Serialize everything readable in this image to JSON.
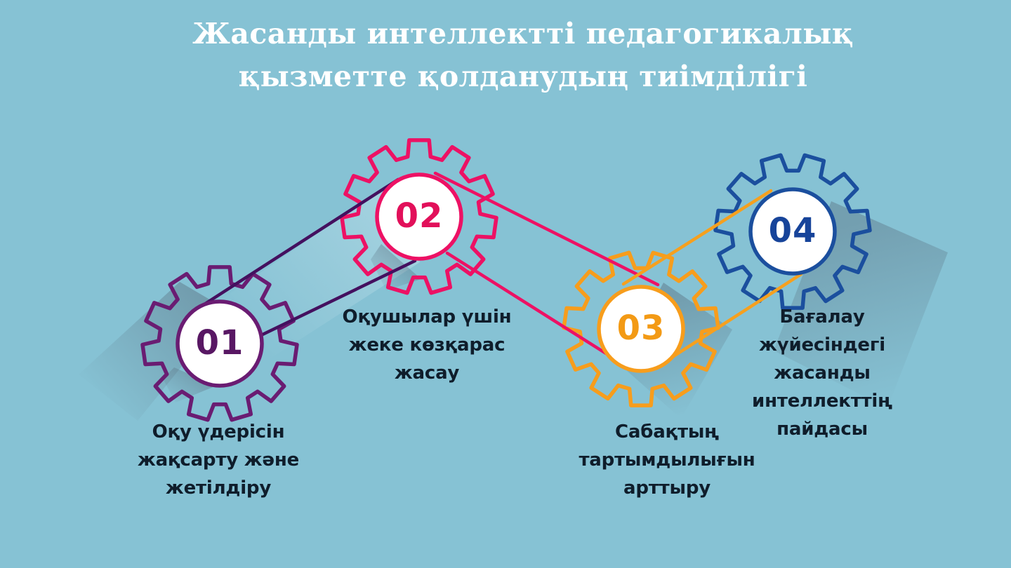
{
  "slide": {
    "title_lines": [
      "Жасанды интеллектті педагогикалық",
      "қызметте қолданудың тиімділігі"
    ],
    "colors": {
      "background": "#86c2d4",
      "title_text": "#ffffff",
      "label_text": "#0f1d2b"
    }
  },
  "items": [
    {
      "number": "01",
      "label_lines": [
        "Оқу үдерісін",
        "жақсарту және",
        "жетілдіру"
      ],
      "gear_color": "#6a1c72",
      "number_color": "#581763"
    },
    {
      "number": "02",
      "label_lines": [
        "Оқушылар үшін",
        "жеке көзқарас",
        "жасау"
      ],
      "gear_color": "#ed1164",
      "number_color": "#e2105a"
    },
    {
      "number": "03",
      "label_lines": [
        "Сабақтың",
        "тартымдылығын",
        "арттыру"
      ],
      "gear_color": "#f79d1c",
      "number_color": "#f39a15"
    },
    {
      "number": "04",
      "label_lines": [
        "Бағалау жүйесіндегі",
        "жасанды",
        "интеллекттің",
        "пайдасы"
      ],
      "gear_color": "#1b4f9e",
      "number_color": "#17449a"
    }
  ],
  "belts": [
    {
      "from": "01",
      "to": "02",
      "color": "#44105f"
    },
    {
      "from": "02",
      "to": "03",
      "color": "#ed1164"
    },
    {
      "from": "03",
      "to": "04",
      "color": "#f6a01e"
    }
  ]
}
